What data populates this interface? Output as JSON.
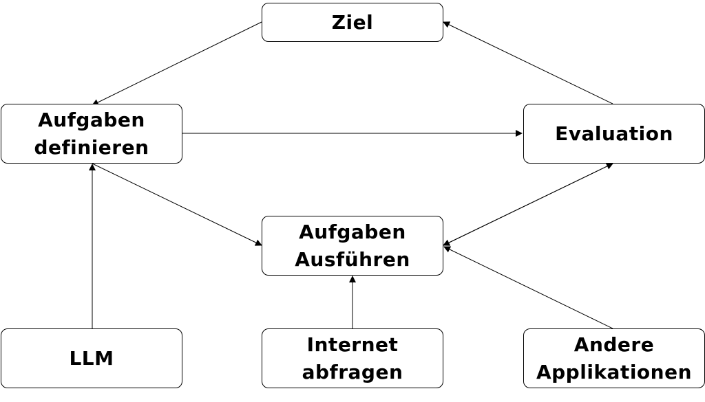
{
  "nodes": {
    "ziel": {
      "lines": [
        "Ziel"
      ]
    },
    "aufgaben_definieren": {
      "lines": [
        "Aufgaben",
        "definieren"
      ]
    },
    "evaluation": {
      "lines": [
        "Evaluation"
      ]
    },
    "aufgaben_ausfuehren": {
      "lines": [
        "Aufgaben",
        "Ausführen"
      ]
    },
    "llm": {
      "lines": [
        "LLM"
      ]
    },
    "internet_abfragen": {
      "lines": [
        "Internet",
        "abfragen"
      ]
    },
    "andere_applikationen": {
      "lines": [
        "Andere",
        "Applikationen"
      ]
    }
  },
  "edges": [
    {
      "from": "ziel",
      "to": "aufgaben_definieren"
    },
    {
      "from": "aufgaben_definieren",
      "to": "evaluation"
    },
    {
      "from": "evaluation",
      "to": "ziel"
    },
    {
      "from": "aufgaben_definieren",
      "to": "aufgaben_ausfuehren"
    },
    {
      "from": "aufgaben_ausfuehren",
      "to": "evaluation"
    },
    {
      "from": "evaluation",
      "to": "aufgaben_ausfuehren"
    },
    {
      "from": "llm",
      "to": "aufgaben_definieren"
    },
    {
      "from": "internet_abfragen",
      "to": "aufgaben_ausfuehren"
    },
    {
      "from": "andere_applikationen",
      "to": "aufgaben_ausfuehren"
    }
  ],
  "colors": {
    "stroke": "#000000",
    "background": "#ffffff",
    "text": "#000000"
  }
}
